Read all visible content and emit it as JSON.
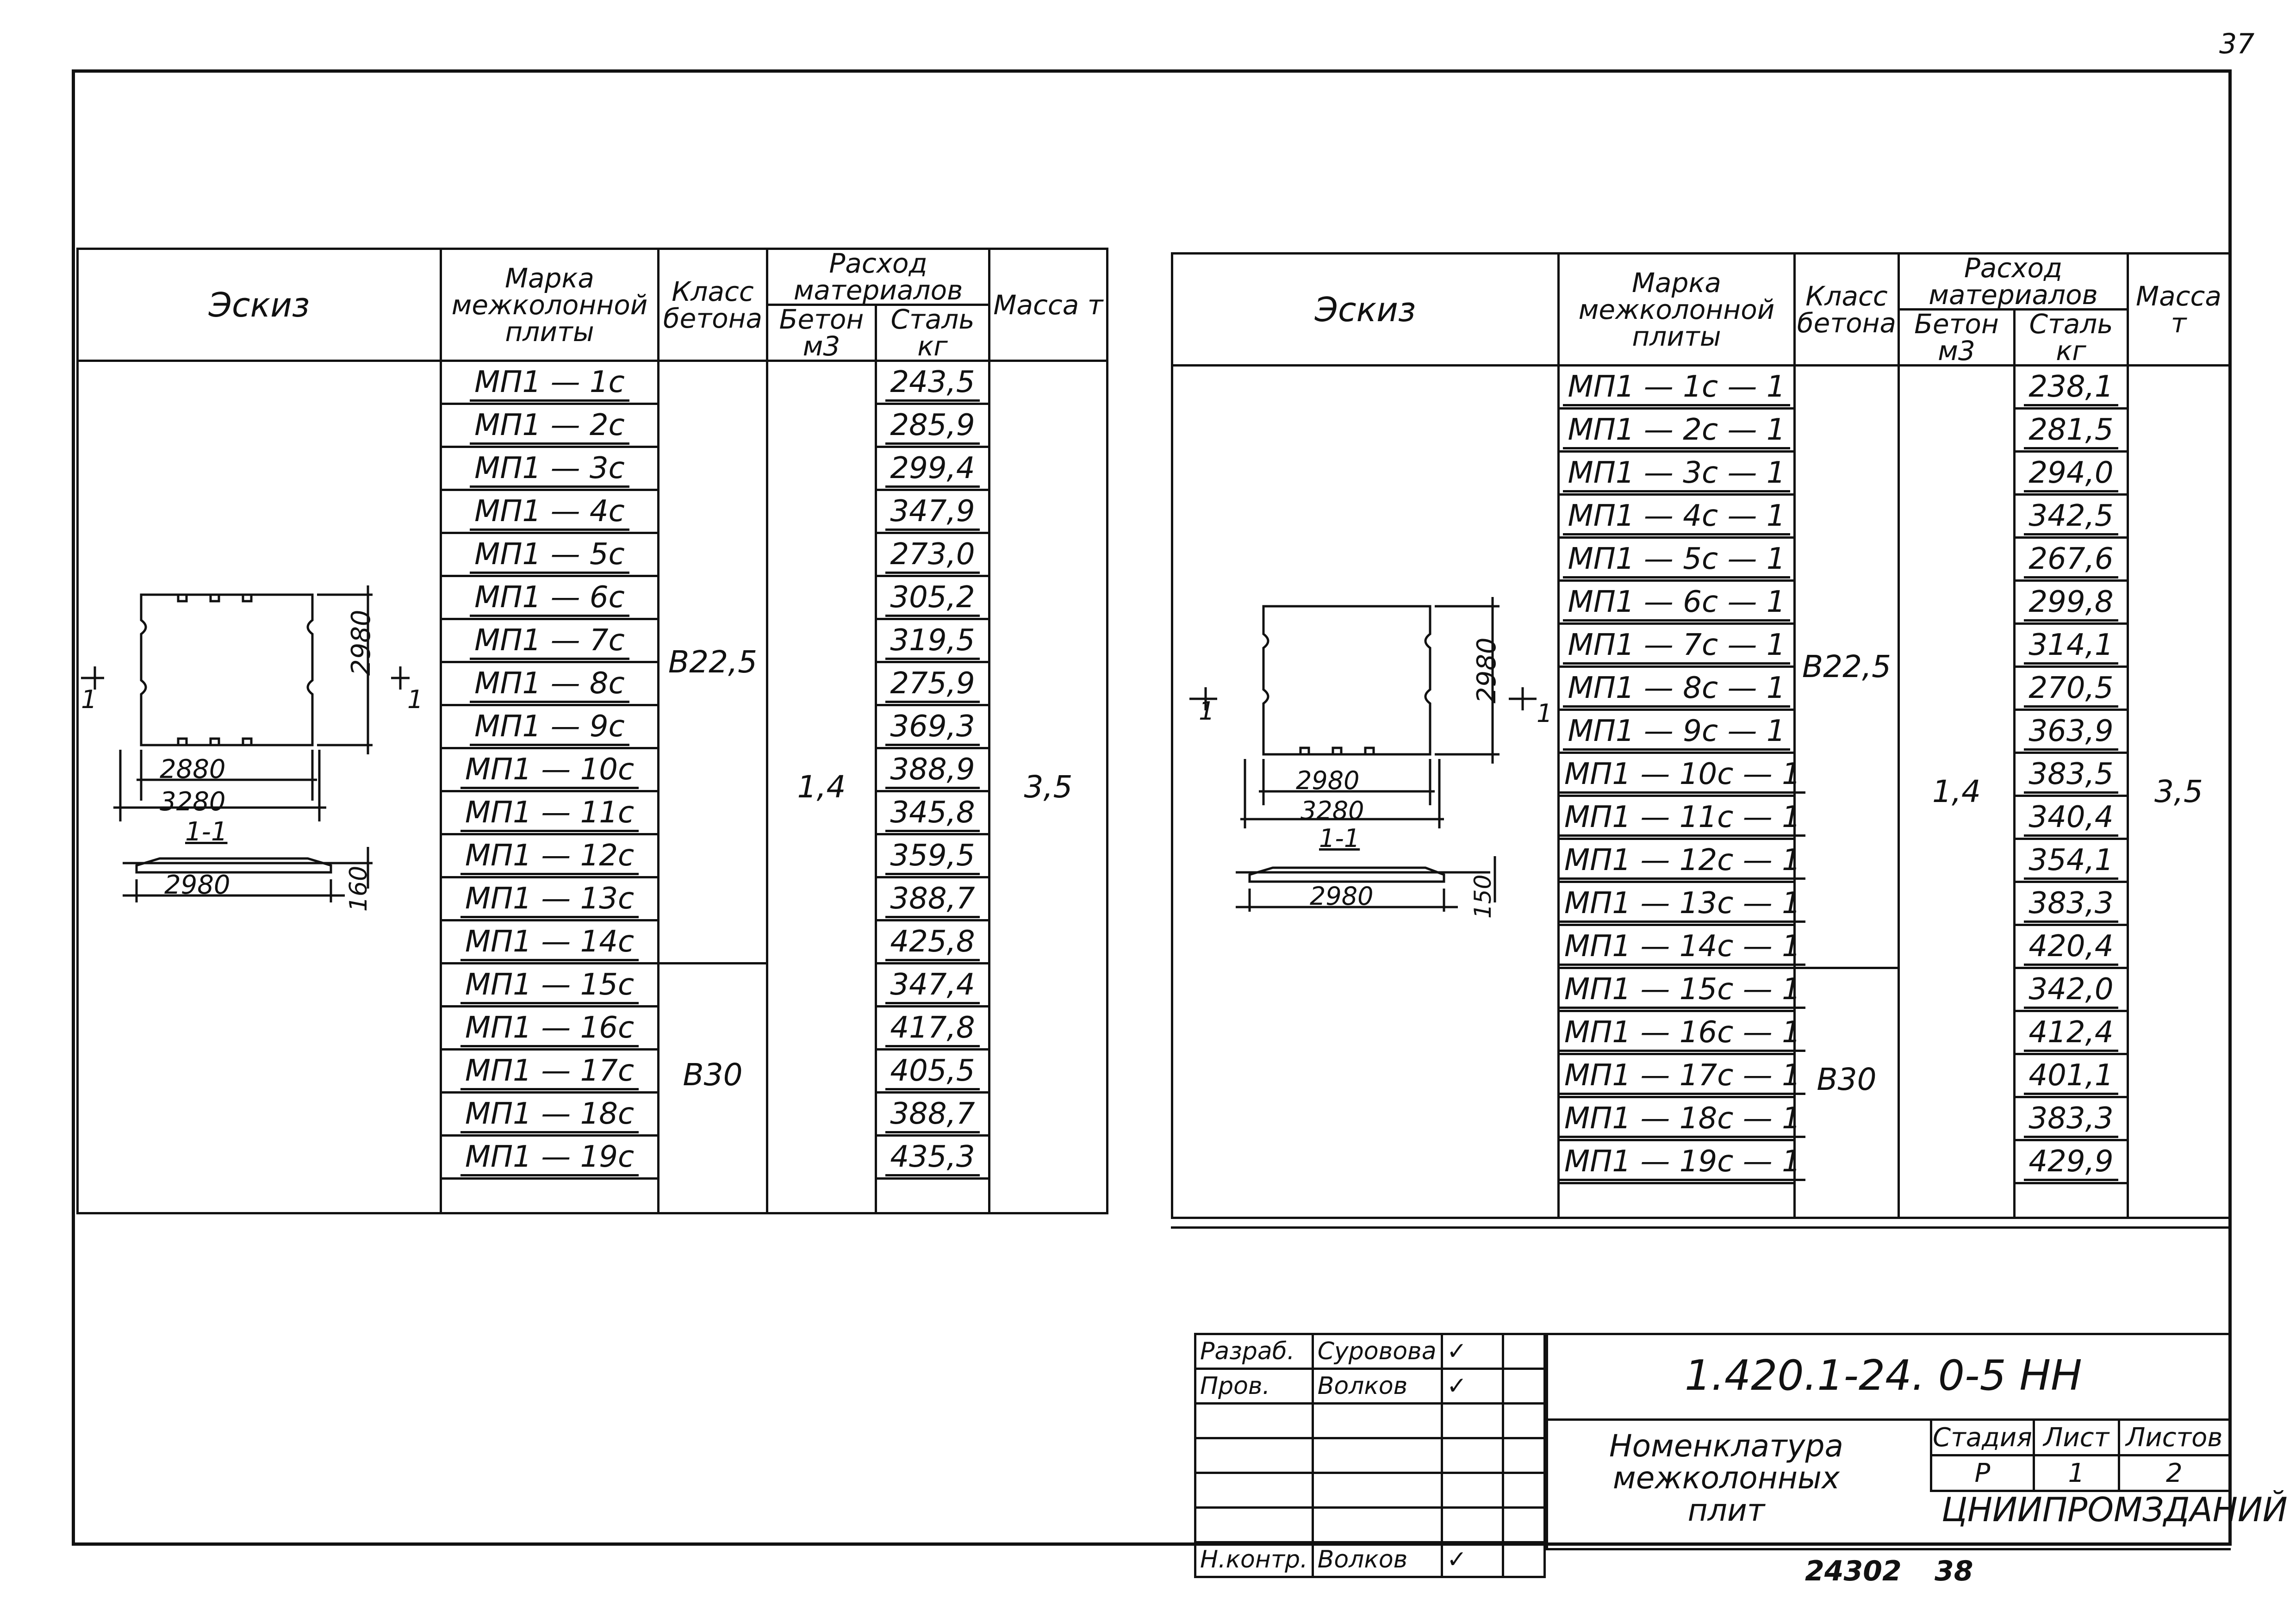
{
  "page_number": "37",
  "left_table": {
    "headers": {
      "sketch": "Эскиз",
      "mark": "Марка межколонной плиты",
      "class": "Класс бетона",
      "consumption": "Расход материалов",
      "concrete": "Бетон м3",
      "steel": "Сталь кг",
      "mass": "Масса т"
    },
    "rows": [
      {
        "mark": "МП1 — 1с",
        "steel": "243,5"
      },
      {
        "mark": "МП1 — 2с",
        "steel": "285,9"
      },
      {
        "mark": "МП1 — 3с",
        "steel": "299,4"
      },
      {
        "mark": "МП1 — 4с",
        "steel": "347,9"
      },
      {
        "mark": "МП1 — 5с",
        "steel": "273,0"
      },
      {
        "mark": "МП1 — 6с",
        "steel": "305,2"
      },
      {
        "mark": "МП1 — 7с",
        "steel": "319,5"
      },
      {
        "mark": "МП1 — 8с",
        "steel": "275,9"
      },
      {
        "mark": "МП1 — 9с",
        "steel": "369,3"
      },
      {
        "mark": "МП1 — 10с",
        "steel": "388,9"
      },
      {
        "mark": "МП1 — 11с",
        "steel": "345,8"
      },
      {
        "mark": "МП1 — 12с",
        "steel": "359,5"
      },
      {
        "mark": "МП1 — 13с",
        "steel": "388,7"
      },
      {
        "mark": "МП1 — 14с",
        "steel": "425,8"
      },
      {
        "mark": "МП1 — 15с",
        "steel": "347,4"
      },
      {
        "mark": "МП1 — 16с",
        "steel": "417,8"
      },
      {
        "mark": "МП1 — 17с",
        "steel": "405,5"
      },
      {
        "mark": "МП1 — 18с",
        "steel": "388,7"
      },
      {
        "mark": "МП1 — 19с",
        "steel": "435,3"
      }
    ],
    "class_a": "В22,5",
    "class_b": "В30",
    "concrete": "1,4",
    "mass": "3,5",
    "sketch": {
      "dim_width_inner": "2880",
      "dim_width_outer": "3280",
      "dim_height": "2980",
      "section_label": "1-1",
      "section_width": "2980",
      "section_thickness": "160",
      "cut_mark": "1"
    }
  },
  "right_table": {
    "headers": {
      "sketch": "Эскиз",
      "mark": "Марка межколонной плиты",
      "class": "Класс бетона",
      "consumption": "Расход материалов",
      "concrete": "Бетон м3",
      "steel": "Сталь кг",
      "mass": "Масса т"
    },
    "rows": [
      {
        "mark": "МП1 — 1с — 1",
        "steel": "238,1"
      },
      {
        "mark": "МП1 — 2с — 1",
        "steel": "281,5"
      },
      {
        "mark": "МП1 — 3с — 1",
        "steel": "294,0"
      },
      {
        "mark": "МП1 — 4с — 1",
        "steel": "342,5"
      },
      {
        "mark": "МП1 — 5с — 1",
        "steel": "267,6"
      },
      {
        "mark": "МП1 — 6с — 1",
        "steel": "299,8"
      },
      {
        "mark": "МП1 — 7с — 1",
        "steel": "314,1"
      },
      {
        "mark": "МП1 — 8с — 1",
        "steel": "270,5"
      },
      {
        "mark": "МП1 — 9с — 1",
        "steel": "363,9"
      },
      {
        "mark": "МП1 — 10с — 1",
        "steel": "383,5"
      },
      {
        "mark": "МП1 — 11с — 1",
        "steel": "340,4"
      },
      {
        "mark": "МП1 — 12с — 1",
        "steel": "354,1"
      },
      {
        "mark": "МП1 — 13с — 1",
        "steel": "383,3"
      },
      {
        "mark": "МП1 — 14с — 1",
        "steel": "420,4"
      },
      {
        "mark": "МП1 — 15с — 1",
        "steel": "342,0"
      },
      {
        "mark": "МП1 — 16с — 1",
        "steel": "412,4"
      },
      {
        "mark": "МП1 — 17с — 1",
        "steel": "401,1"
      },
      {
        "mark": "МП1 — 18с — 1",
        "steel": "383,3"
      },
      {
        "mark": "МП1 — 19с — 1",
        "steel": "429,9"
      }
    ],
    "class_a": "В22,5",
    "class_b": "В30",
    "concrete": "1,4",
    "mass": "3,5",
    "sketch": {
      "dim_width_inner": "2980",
      "dim_width_outer": "3280",
      "dim_height": "2980",
      "section_label": "1-1",
      "section_width": "2980",
      "section_thickness": "150",
      "cut_mark": "1"
    }
  },
  "title_block": {
    "rows": [
      {
        "role": "Разраб.",
        "name": "Суровова",
        "sign": "✓"
      },
      {
        "role": "Пров.",
        "name": "Волков",
        "sign": "✓"
      },
      {
        "role": "",
        "name": "",
        "sign": ""
      },
      {
        "role": "",
        "name": "",
        "sign": ""
      },
      {
        "role": "",
        "name": "",
        "sign": ""
      },
      {
        "role": "",
        "name": "",
        "sign": ""
      },
      {
        "role": "Н.контр.",
        "name": "Волков",
        "sign": "✓"
      }
    ],
    "doc_number": "1.420.1-24. 0-5 НН",
    "sheet_title": "Номенклатура межколонных плит",
    "stage_label": "Стадия",
    "sheet_label": "Лист",
    "sheets_label": "Листов",
    "stage": "Р",
    "sheet": "1",
    "sheets": "2",
    "organization": "ЦНИИПРОМЗДАНИЙ"
  },
  "footer": {
    "inventory": "24302",
    "page": "38"
  }
}
